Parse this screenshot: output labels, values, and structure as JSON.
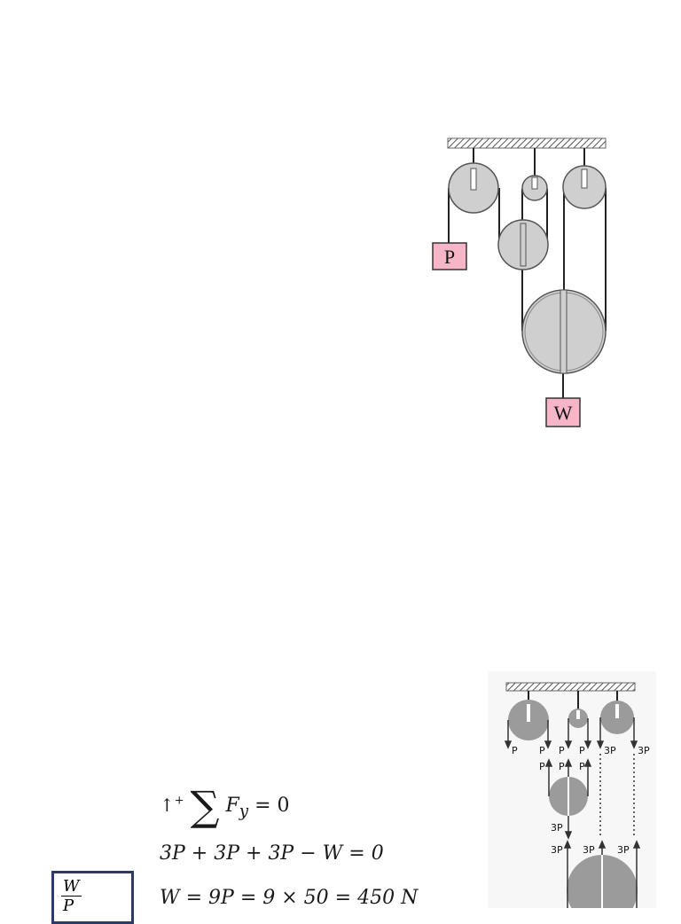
{
  "diagram_top": {
    "label_P": "P",
    "label_W": "W"
  },
  "diagram_fbd": {
    "labels": {
      "p_left": "P",
      "p_a": "P",
      "p_b": "P",
      "p_c": "P",
      "p_d": "P",
      "p_e": "P",
      "p_f": "P",
      "three_p_right1": "3P",
      "three_p_right2": "3P",
      "three_p_mid": "3P",
      "three_p_low1": "3P",
      "three_p_low2": "3P",
      "three_p_low3": "3P"
    }
  },
  "equations": {
    "sum_prefix": "↑",
    "sum_plus": "+",
    "sum_sigma": "∑",
    "sum_body": "F",
    "sum_sub": "y",
    "sum_rhs": " = 0",
    "eq2": "3P + 3P + 3P − W = 0",
    "eq3": "W = 9P = 9 × 50 = 450 N"
  },
  "ratio_box": {
    "numerator": "W",
    "denominator": "P"
  }
}
